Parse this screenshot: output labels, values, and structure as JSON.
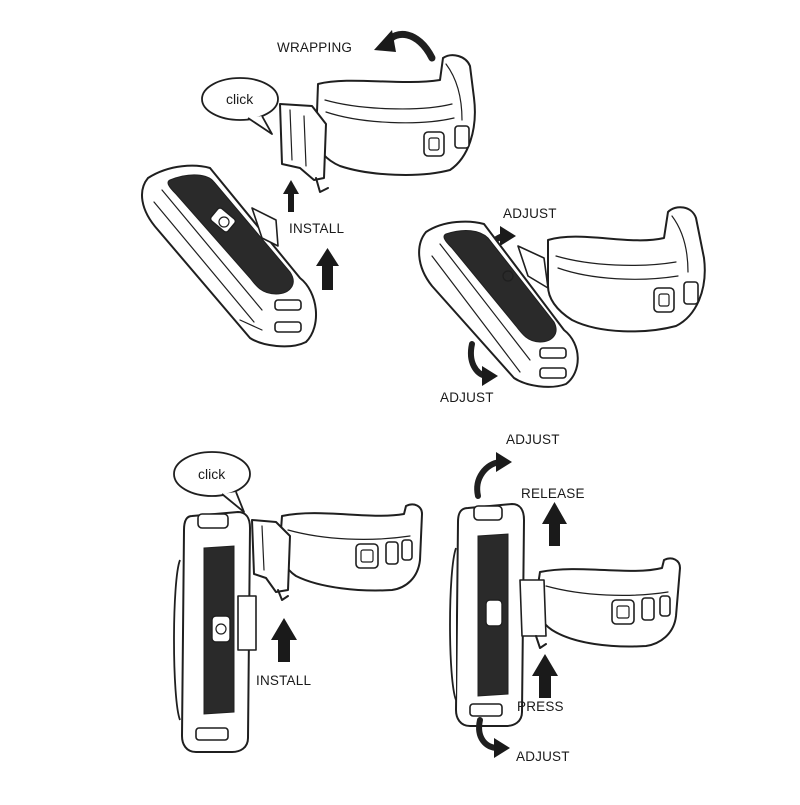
{
  "labels": {
    "wrapping": "WRAPPING",
    "click_top": "click",
    "install_top": "INSTALL",
    "adjust_top_right_upper": "ADJUST",
    "adjust_top_right_lower": "ADJUST",
    "click_bottom": "click",
    "install_bottom": "INSTALL",
    "adjust_bottom_right_upper": "ADJUST",
    "release": "RELEASE",
    "press": "PRESS",
    "adjust_bottom_right_lower": "ADJUST"
  }
}
